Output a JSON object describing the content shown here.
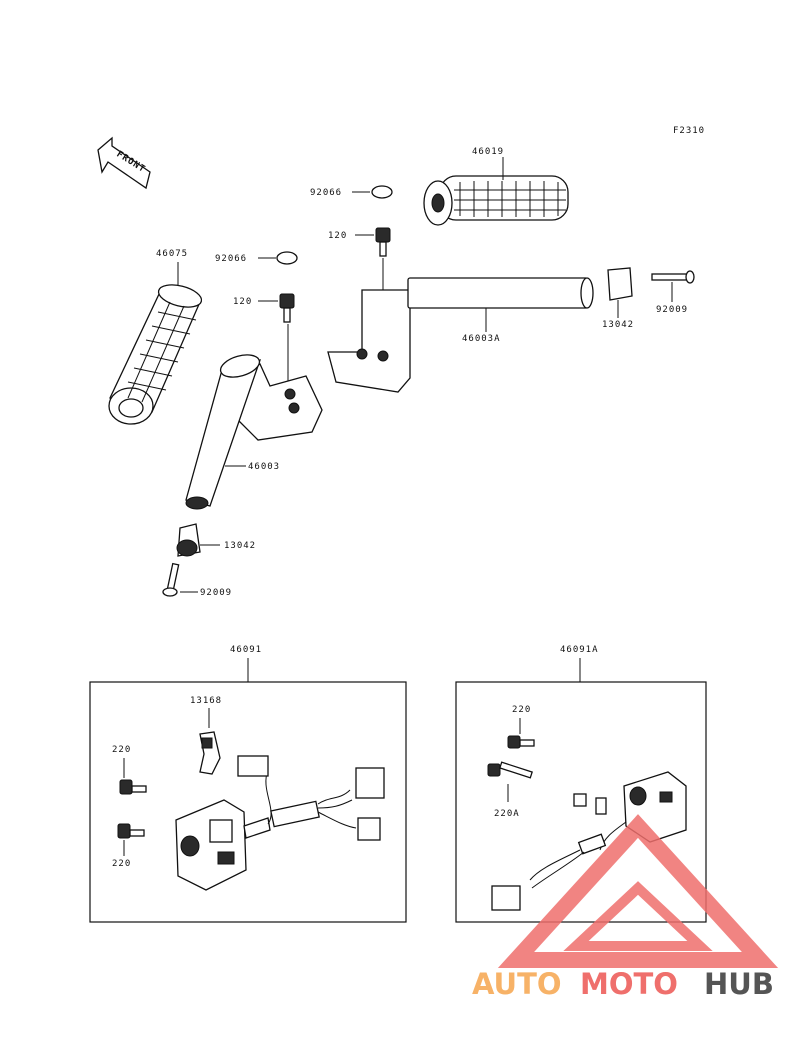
{
  "figure_code": "F2310",
  "front_arrow": "FRONT",
  "labels": {
    "p46019": "46019",
    "p92066_a": "92066",
    "p120_a": "120",
    "p46075": "46075",
    "p92066_b": "92066",
    "p120_b": "120",
    "p13042_a": "13042",
    "p92009_a": "92009",
    "p46003A": "46003A",
    "p46003": "46003",
    "p13042_b": "13042",
    "p92009_b": "92009",
    "p46091": "46091",
    "p13168": "13168",
    "p220_a": "220",
    "p220_b": "220",
    "p46091A": "46091A",
    "p220_c": "220",
    "p220A": "220A"
  },
  "watermark": {
    "part1": "AUTO",
    "part2": "MOTO",
    "part3": "HUB",
    "color1": "#f7b267",
    "color2": "#ef6f6c",
    "color3": "#555555"
  }
}
